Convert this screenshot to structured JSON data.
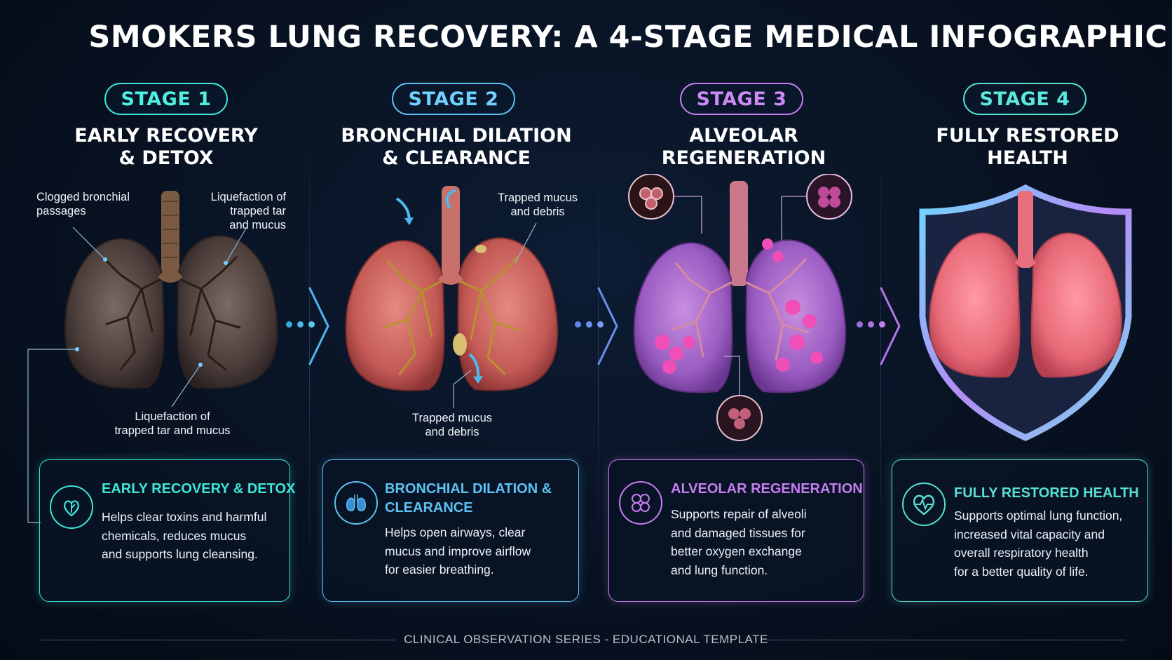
{
  "title": "SMOKERS LUNG RECOVERY: A 4-STAGE MEDICAL INFOGRAPHIC",
  "footer": "CLINICAL OBSERVATION SERIES - EDUCATIONAL TEMPLATE",
  "colors": {
    "background": "#081222",
    "stage1_accent": "#3ee6d8",
    "stage2_accent": "#5cc2f2",
    "stage3_accent": "#c77df0",
    "stage4_accent": "#59dfd3"
  },
  "stages": [
    {
      "label": "STAGE 1",
      "heading": [
        "EARLY RECOVERY",
        "& DETOX"
      ],
      "annotations": [
        [
          "Clogged bronchial",
          "passages"
        ],
        [
          "Liquefaction of",
          "trapped tar",
          "and mucus"
        ],
        [
          "Liquefaction of",
          "trapped tar and mucus"
        ]
      ],
      "card_icon": "leaf-heart-icon",
      "card_title": [
        "EARLY RECOVERY & DETOX"
      ],
      "card_body": [
        "Helps clear toxins and harmful",
        "chemicals, reduces mucus",
        "and supports lung cleansing."
      ]
    },
    {
      "label": "STAGE 2",
      "heading": [
        "BRONCHIAL DILATION",
        "& CLEARANCE"
      ],
      "annotations": [
        [
          "Trapped mucus",
          "and debris"
        ],
        [
          "Trapped mucus",
          "and debris"
        ]
      ],
      "card_icon": "lungs-icon",
      "card_title": [
        "BRONCHIAL DILATION &",
        "CLEARANCE"
      ],
      "card_body": [
        "Helps open airways, clear",
        "mucus and improve airflow",
        "for easier breathing."
      ]
    },
    {
      "label": "STAGE 3",
      "heading": [
        "ALVEOLAR",
        "REGENERATION"
      ],
      "annotations": [],
      "card_icon": "alveoli-icon",
      "card_title": [
        "ALVEOLAR REGENERATION"
      ],
      "card_body": [
        "Supports repair of alveoli",
        "and damaged tissues for",
        "better oxygen exchange",
        "and lung function."
      ]
    },
    {
      "label": "STAGE 4",
      "heading": [
        "FULLY RESTORED",
        "HEALTH"
      ],
      "annotations": [],
      "card_icon": "heart-pulse-icon",
      "card_title": [
        "FULLY RESTORED HEALTH"
      ],
      "card_body": [
        "Supports optimal lung function,",
        "increased vital capacity and",
        "overall respiratory health",
        "for a better quality of life."
      ]
    }
  ]
}
